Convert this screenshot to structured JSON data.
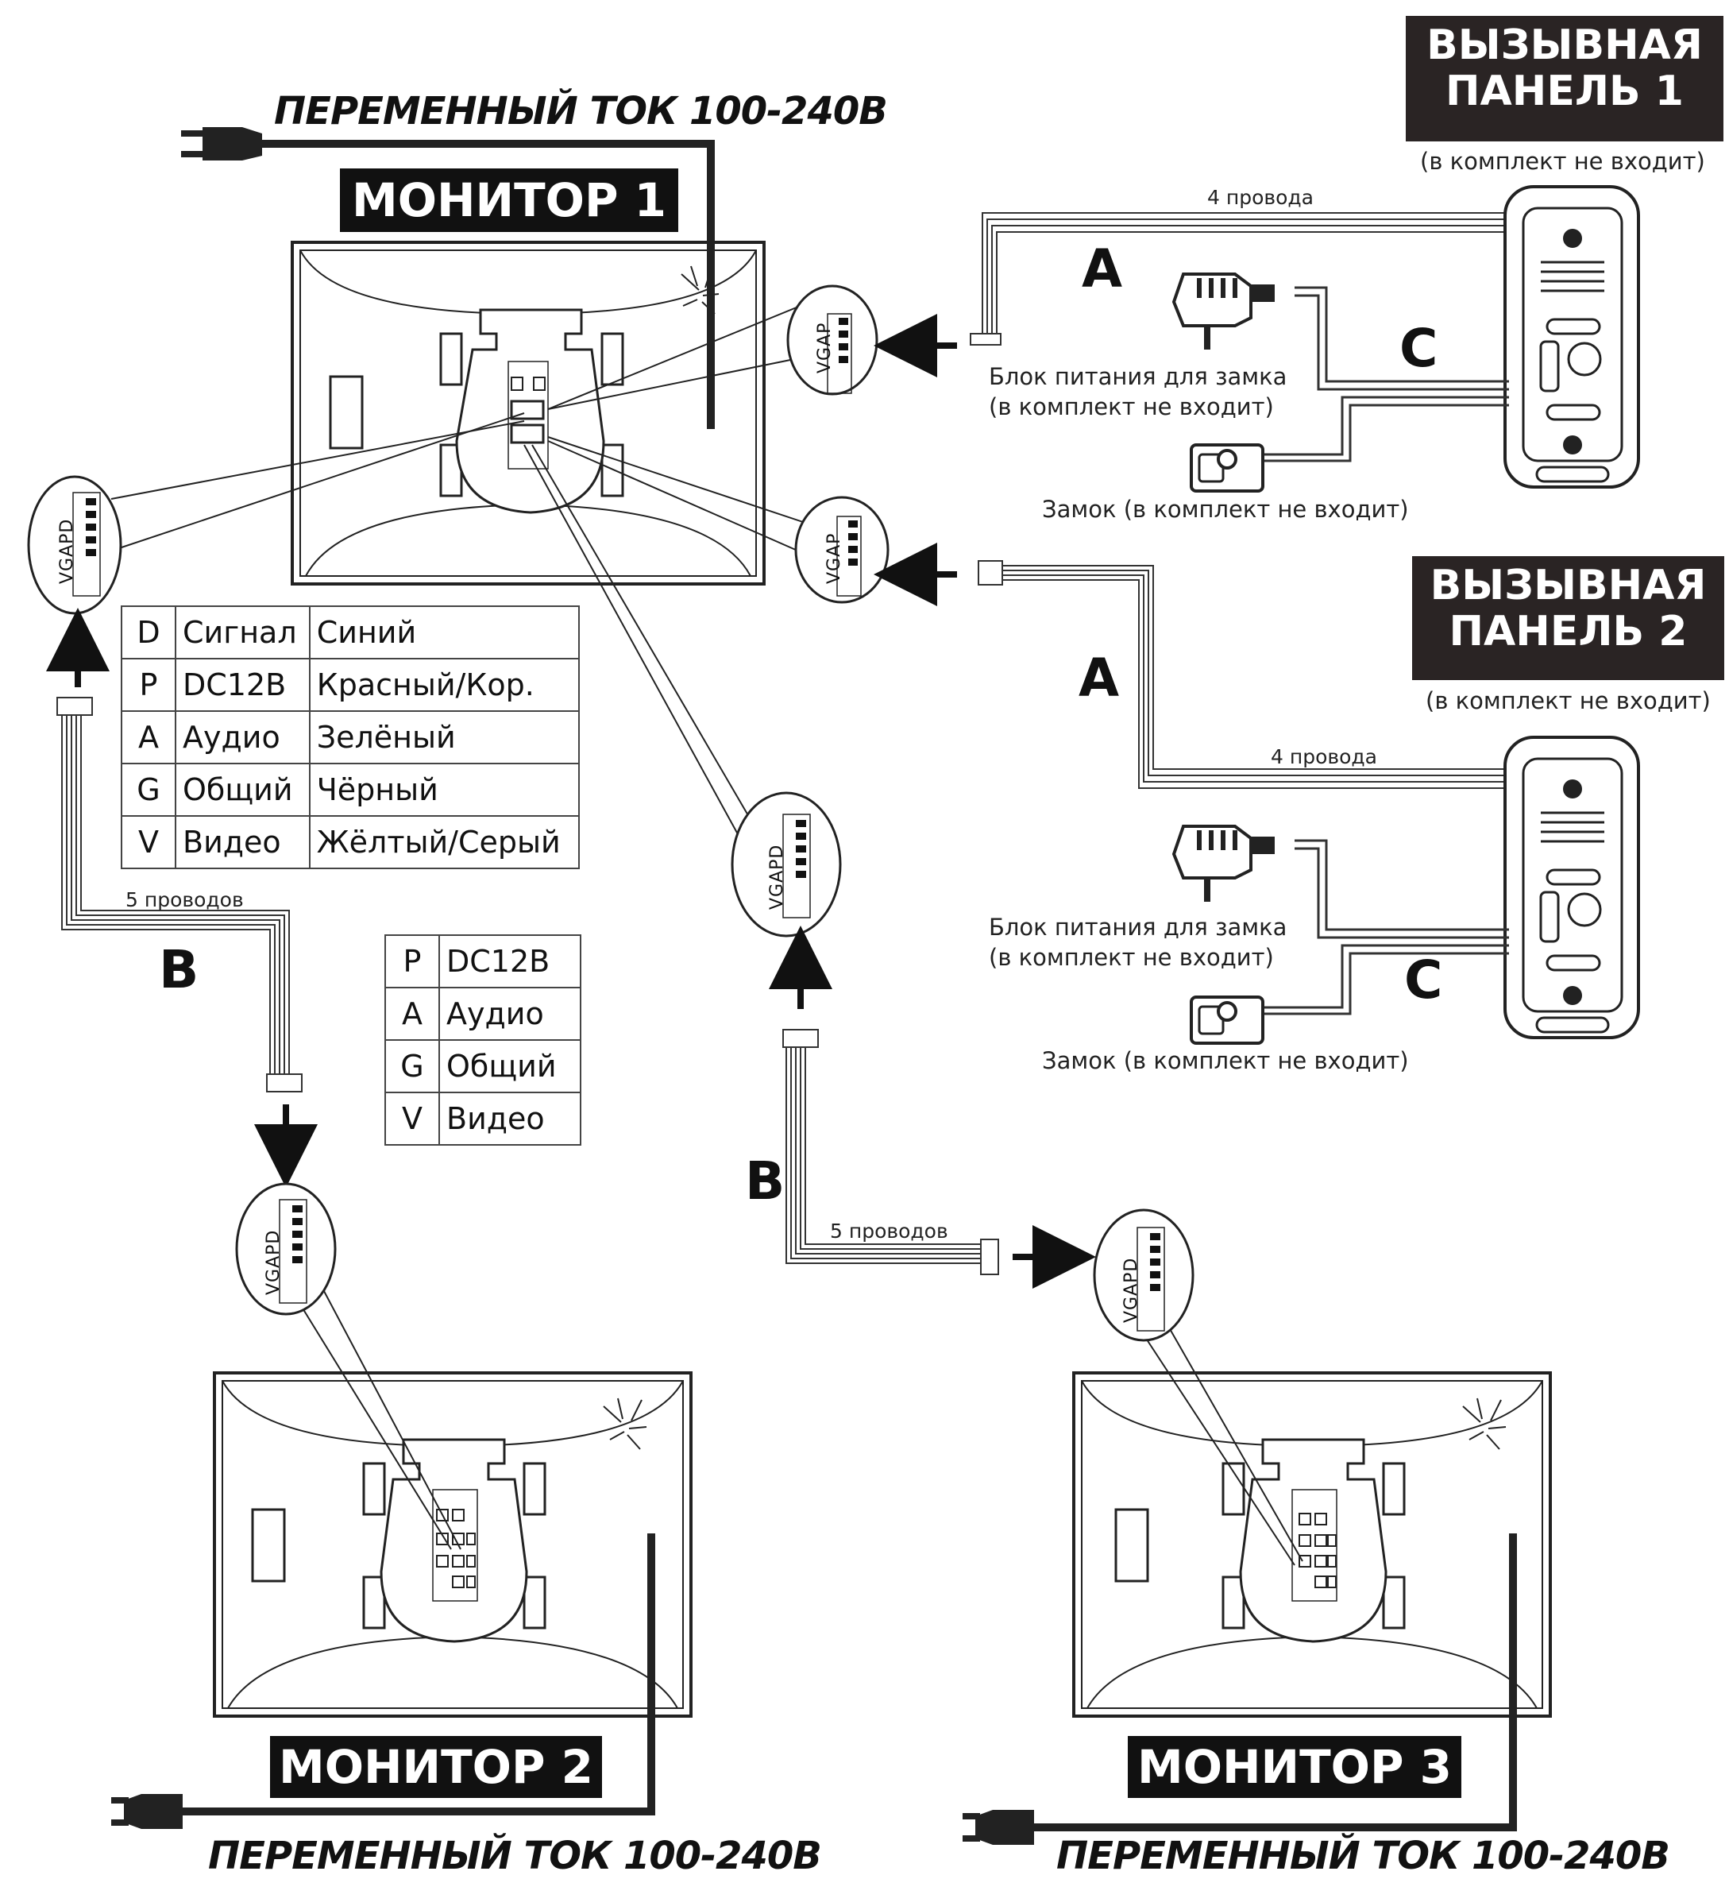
{
  "ac_labels": [
    "ПЕРЕМЕННЫЙ ТОК 100-240В",
    "ПЕРЕМЕННЫЙ ТОК 100-240В",
    "ПЕРЕМЕННЫЙ ТОК 100-240В"
  ],
  "monitors": [
    "МОНИТОР 1",
    "МОНИТОР 2",
    "МОНИТОР 3"
  ],
  "panels": [
    {
      "title_1": "ВЫЗЫВНАЯ",
      "title_2": "ПАНЕЛЬ 1",
      "note": "(в комплект не входит)"
    },
    {
      "title_1": "ВЫЗЫВНАЯ",
      "title_2": "ПАНЕЛЬ 2",
      "note": "(в комплект не входит)"
    }
  ],
  "wire_counts": {
    "four": "4 провода",
    "five": "5 проводов"
  },
  "cable_letters": {
    "a": "A",
    "b": "B",
    "c": "C"
  },
  "lock_power": {
    "line1": "Блок питания для замка",
    "line2": "(в комплект не входит)"
  },
  "lock": "Замок (в комплект не входит)",
  "connectors": {
    "five_pin": "VGAPD",
    "four_pin": "VGAP"
  },
  "legend_5": [
    {
      "key": "D",
      "name": "Сигнал",
      "color": "Синий"
    },
    {
      "key": "P",
      "name": "DC12B",
      "color": "Красный/Кор."
    },
    {
      "key": "A",
      "name": "Аудио",
      "color": "Зелёный"
    },
    {
      "key": "G",
      "name": "Общий",
      "color": "Чёрный"
    },
    {
      "key": "V",
      "name": "Видео",
      "color": "Жёлтый/Серый"
    }
  ],
  "legend_4": [
    {
      "key": "P",
      "name": "DC12B"
    },
    {
      "key": "A",
      "name": "Аудио"
    },
    {
      "key": "G",
      "name": "Общий"
    },
    {
      "key": "V",
      "name": "Видео"
    }
  ]
}
